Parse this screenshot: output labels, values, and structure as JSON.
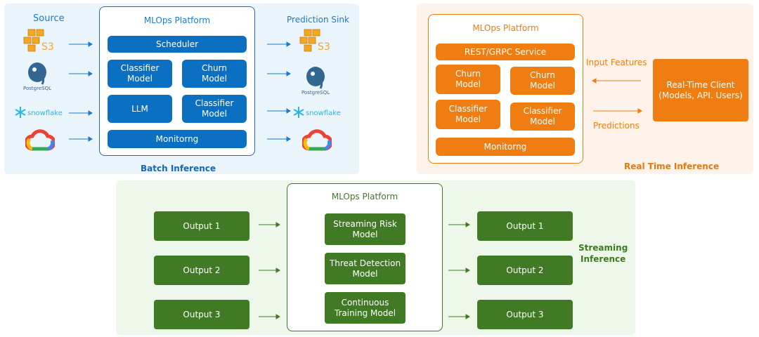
{
  "batch": {
    "source_label": "Source",
    "sink_label": "Prediction Sink",
    "platform_title": "MLOps Platform",
    "scheduler": "Scheduler",
    "classifier_model_1": "Classifier\nModel",
    "churn_model": "Churn\nModel",
    "llm": "LLM",
    "classifier_model_2": "Classifier\nModel",
    "monitoring": "Monitorng",
    "caption": "Batch Inference",
    "s3_text": "S3",
    "postgres_text": "PostgreSQL",
    "snowflake_text": "snowflake",
    "colors": {
      "accent": "#0b6fc2",
      "panel": "#eaf4fb"
    }
  },
  "realtime": {
    "platform_title": "MLOps Platform",
    "service": "REST/GRPC Service",
    "churn_model_1": "Churn\nModel",
    "churn_model_2": "Churn\nModel",
    "classifier_model_1": "Classifier\nModel",
    "classifier_model_2": "Classifier\nModel",
    "monitoring": "Monitorng",
    "input_features": "Input Features",
    "predictions": "Predictions",
    "client": "Real-Time Client\n(Models, API. Users)",
    "caption": "Real Time Inference",
    "colors": {
      "accent": "#f07d12",
      "panel": "#fdf3ea"
    }
  },
  "streaming": {
    "platform_title": "MLOps Platform",
    "inputs": [
      "Output 1",
      "Output 2",
      "Output 3"
    ],
    "models": [
      "Streaming Risk\nModel",
      "Threat Detection\nModel",
      "Continuous\nTraining Model"
    ],
    "outputs": [
      "Output 1",
      "Output 2",
      "Output 3"
    ],
    "caption": "Streaming\nInference",
    "colors": {
      "accent": "#417a25",
      "panel": "#edf7ea"
    }
  }
}
